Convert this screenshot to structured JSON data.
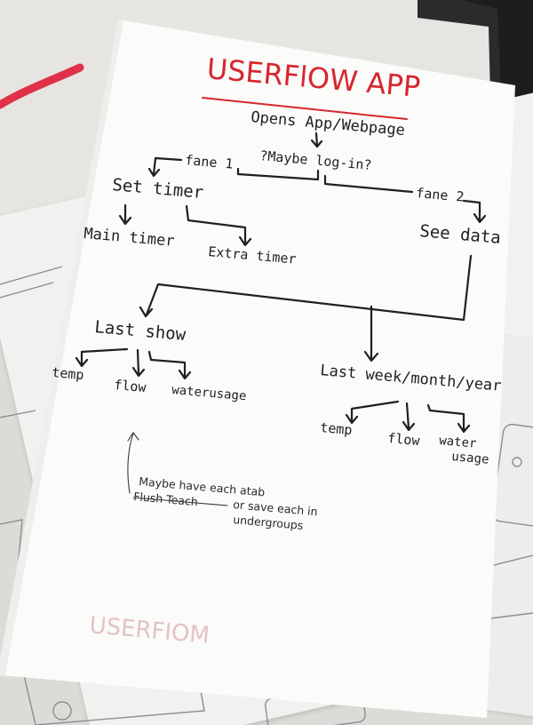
{
  "title": "USERFlOW APP",
  "colors": {
    "title_red": "#d6262e",
    "ink": "#1f1f24",
    "paper": "#fbfbf9",
    "marker_red": "#e0314a",
    "faint_pink": "#e3c2c8"
  },
  "nodes": {
    "start": "Opens App/Webpage",
    "login": "?Maybe log-in?",
    "pane1": "fane 1",
    "pane2": "fane 2",
    "set_timer": "Set timer",
    "main_timer": "Main timer",
    "extra_timer": "Extra timer",
    "see_data": "See data",
    "last_show": "Last show",
    "last_show_temp": "temp",
    "last_show_flow": "flow",
    "last_show_water": "waterusage",
    "last_period": "Last week/month/year",
    "period_temp": "temp",
    "period_flow": "flow",
    "period_water_1": "water",
    "period_water_2": "usage"
  },
  "note": {
    "line1": "Maybe have each atab",
    "line2_struck": "Flush Teach",
    "line2": "or save each in",
    "line3": "undergroups"
  },
  "faint_text": "USERFIOM"
}
